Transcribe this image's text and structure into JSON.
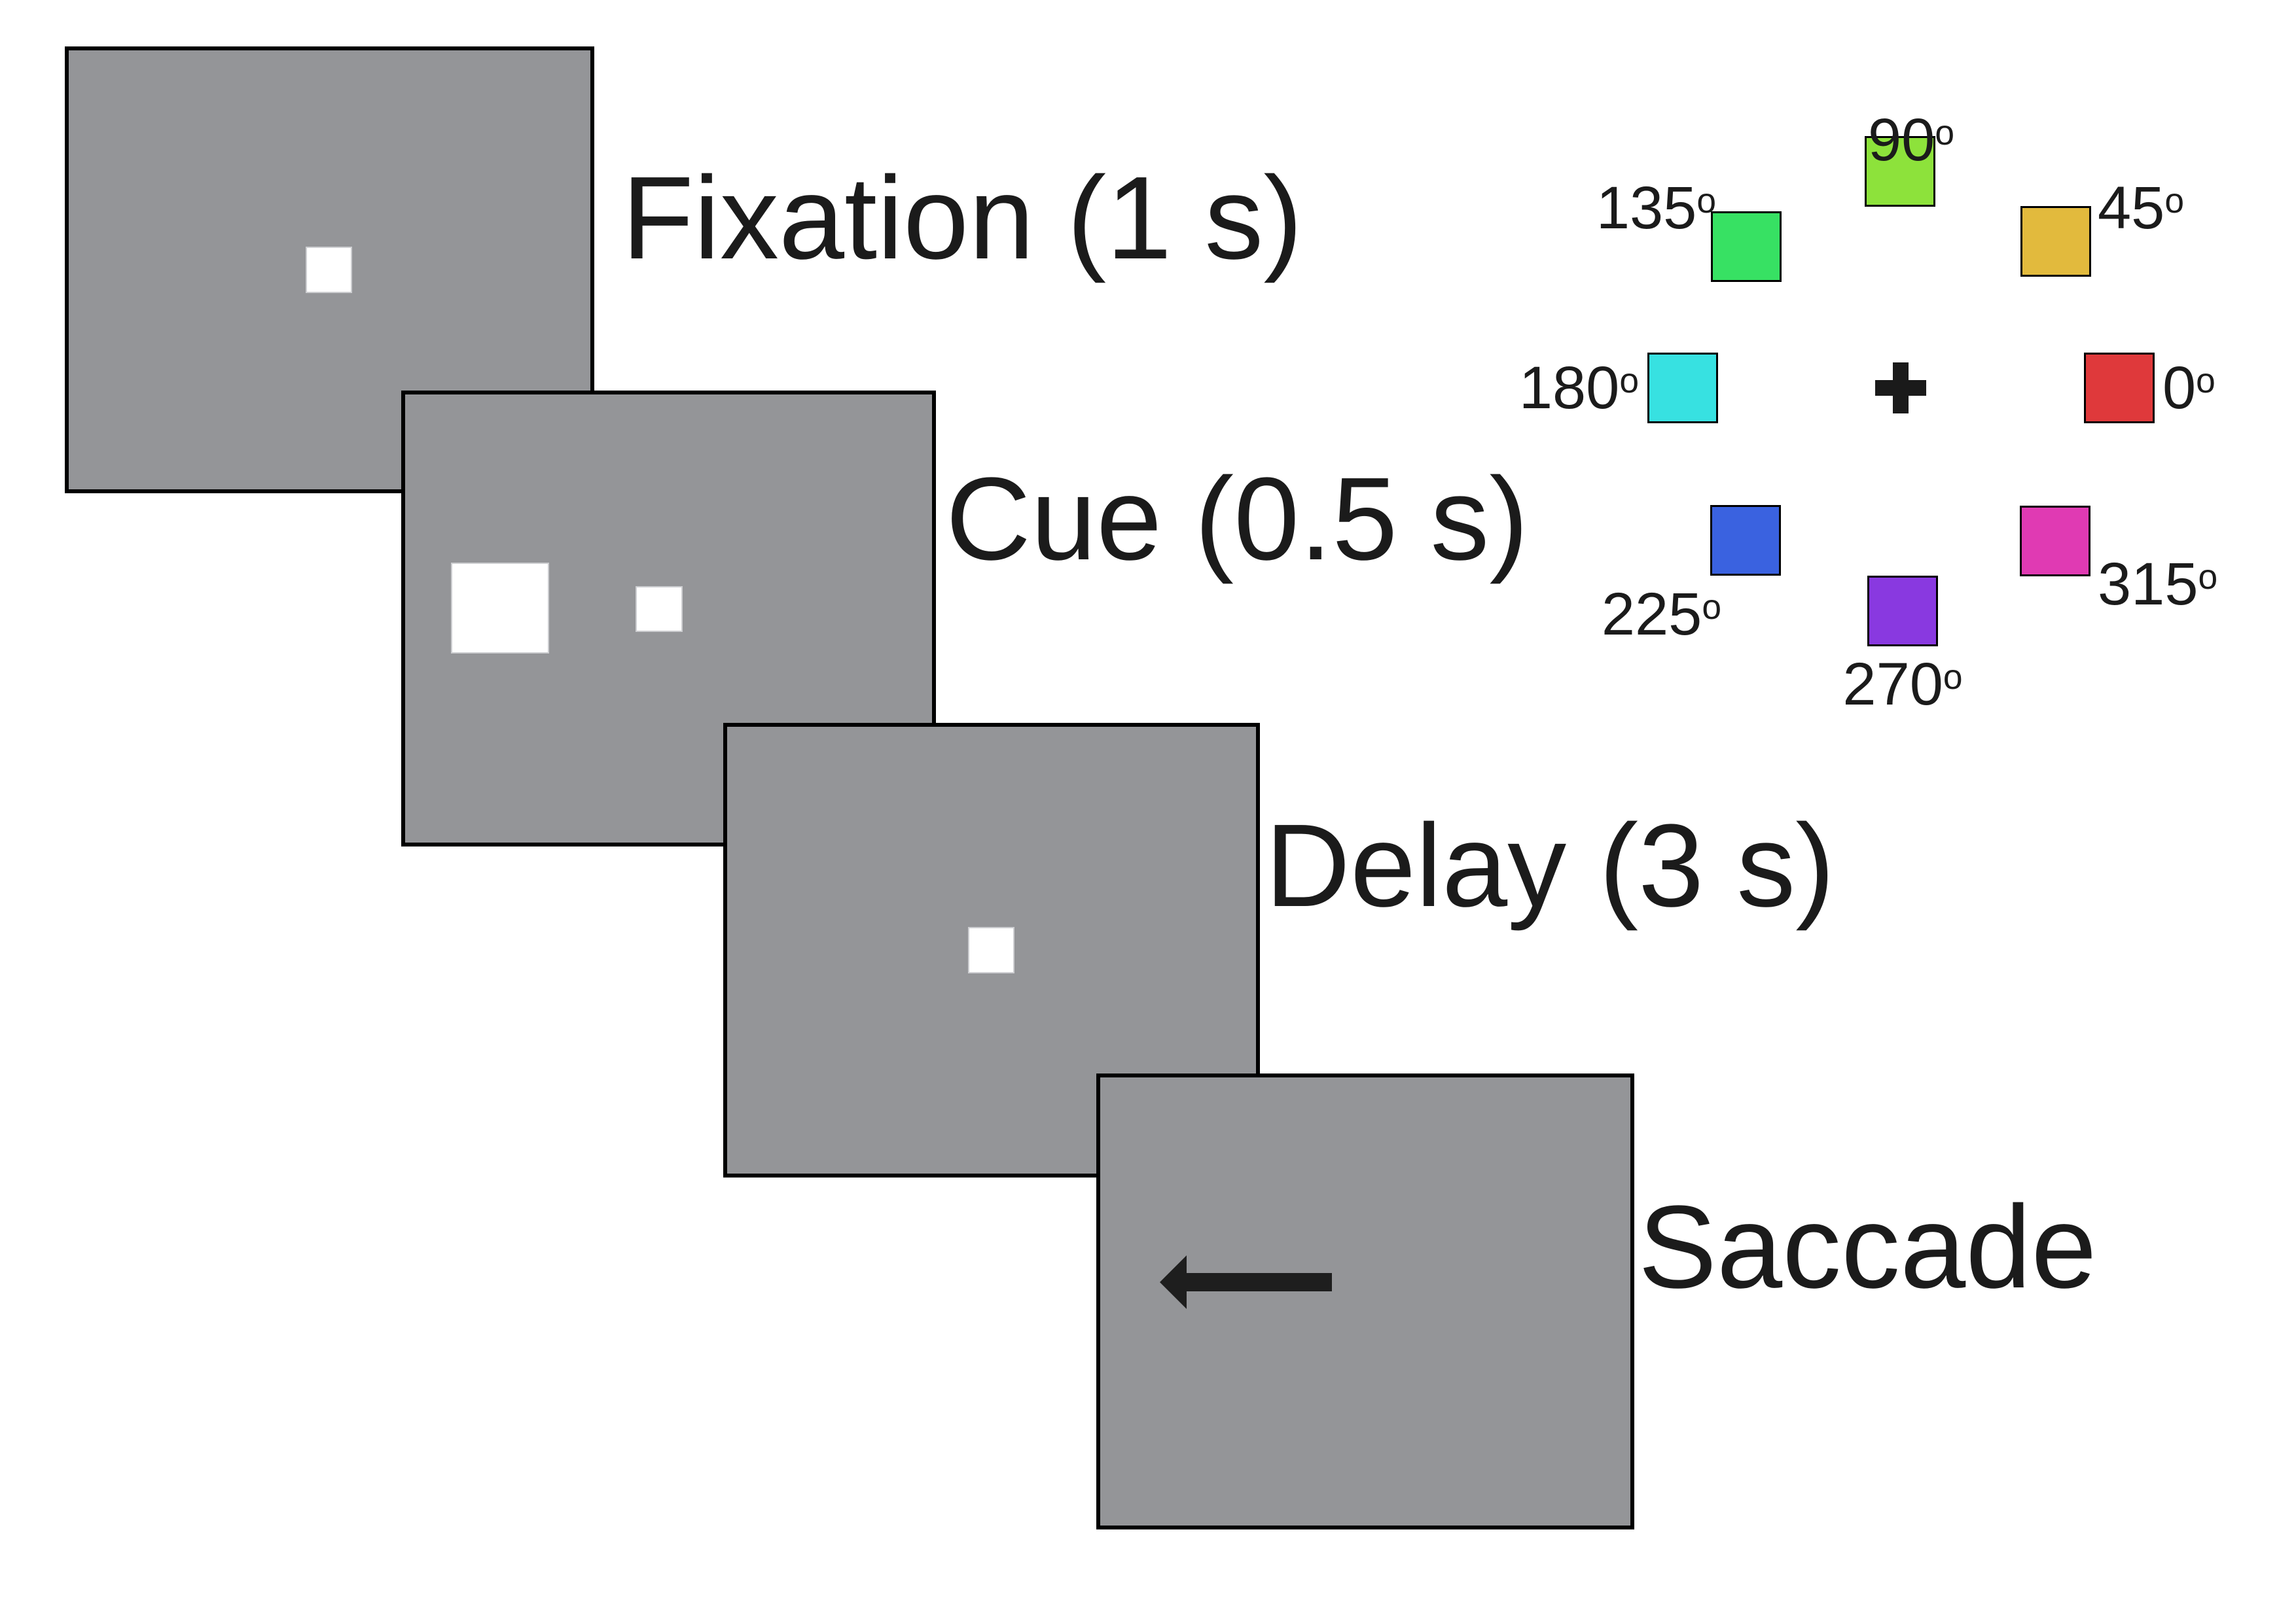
{
  "panels": [
    {
      "name": "fixation",
      "label": "Fixation (1 s)"
    },
    {
      "name": "cue",
      "label": "Cue (0.5 s)"
    },
    {
      "name": "delay",
      "label": "Delay (3 s)"
    },
    {
      "name": "saccade",
      "label": "Saccade"
    }
  ],
  "fixation_cross": "+",
  "degree_symbol": "o",
  "colors": {
    "screen_gray": "#949598",
    "screen_border": "#000000",
    "stimulus_white": "#ffffff",
    "ink_black": "#1b1b1b"
  },
  "targets": [
    {
      "angle": "0",
      "color": "#df393b"
    },
    {
      "angle": "45",
      "color": "#e2ba3d"
    },
    {
      "angle": "90",
      "color": "#8de23b"
    },
    {
      "angle": "135",
      "color": "#37e163"
    },
    {
      "angle": "180",
      "color": "#37e1e1"
    },
    {
      "angle": "225",
      "color": "#3a62e0"
    },
    {
      "angle": "270",
      "color": "#8939e0"
    },
    {
      "angle": "315",
      "color": "#e03ab3"
    }
  ]
}
